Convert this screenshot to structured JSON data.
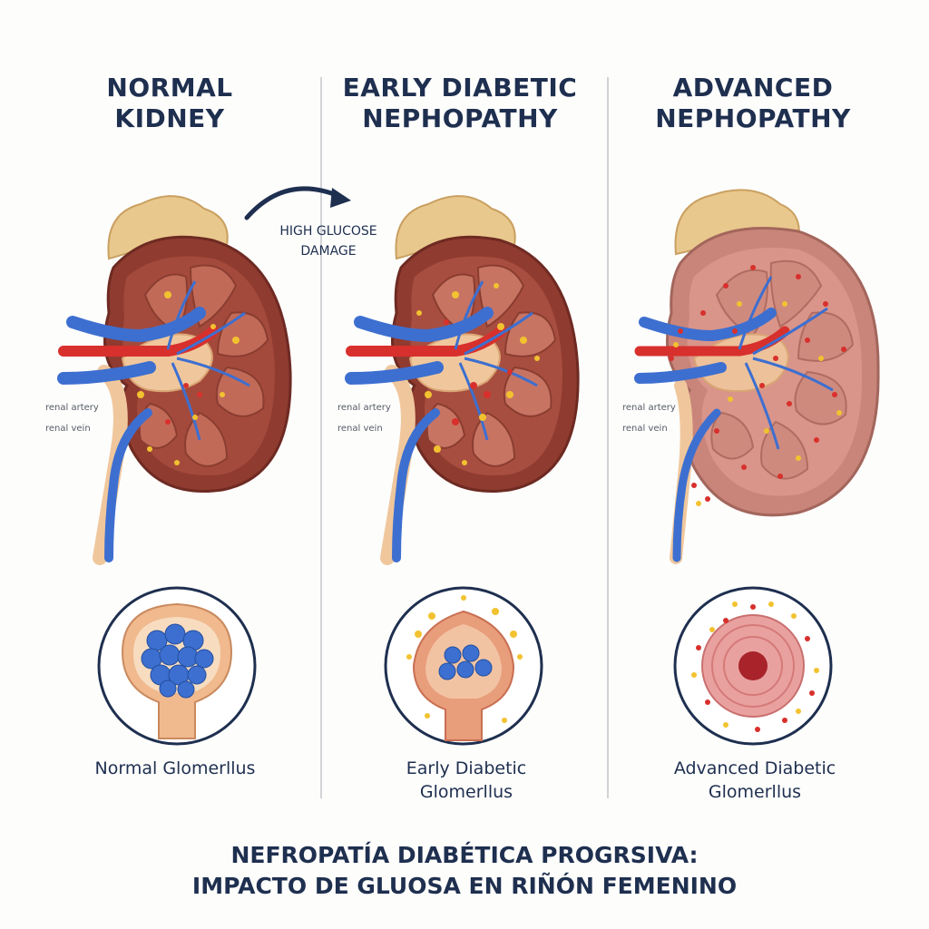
{
  "panels": [
    {
      "title_line1": "NORMAL",
      "title_line2": "KIDNEY",
      "label_artery": "renal artery",
      "label_vein": "renal vein",
      "caption_line1": "Normal Glomerllus",
      "caption_line2": ""
    },
    {
      "title_line1": "EARLY DIABETIC",
      "title_line2": "NEPHOPATHY",
      "label_artery": "renal artery",
      "label_vein": "renal vein",
      "caption_line1": "Early Diabetic",
      "caption_line2": "Glomerllus"
    },
    {
      "title_line1": "ADVANCED",
      "title_line2": "NEPHOPATHY",
      "label_artery": "renal artery",
      "label_vein": "renal vein",
      "caption_line1": "Advanced Diabetic",
      "caption_line2": "Glomerllus"
    }
  ],
  "transition": {
    "line1": "HIGH GLUCOSE",
    "line2": "DAMAGE"
  },
  "footer": {
    "line1": "NEFROPATÍA DIABÉTICA PROGRSIVA:",
    "line2": "IMPACTO DE GLUOSA EN RIÑÓN FEMENINO"
  },
  "colors": {
    "title": "#1e2f4f",
    "divider": "#d2d3d6",
    "cortex": "#8f3b30",
    "medulla": "#c26a58",
    "pelvis": "#f0c79c",
    "adrenal": "#e9c88d",
    "artery": "#d8302c",
    "vein": "#3d6fd0",
    "glucose": "#f2c230",
    "damage": "#d8302c",
    "advanced_tissue": "#d9958a"
  }
}
